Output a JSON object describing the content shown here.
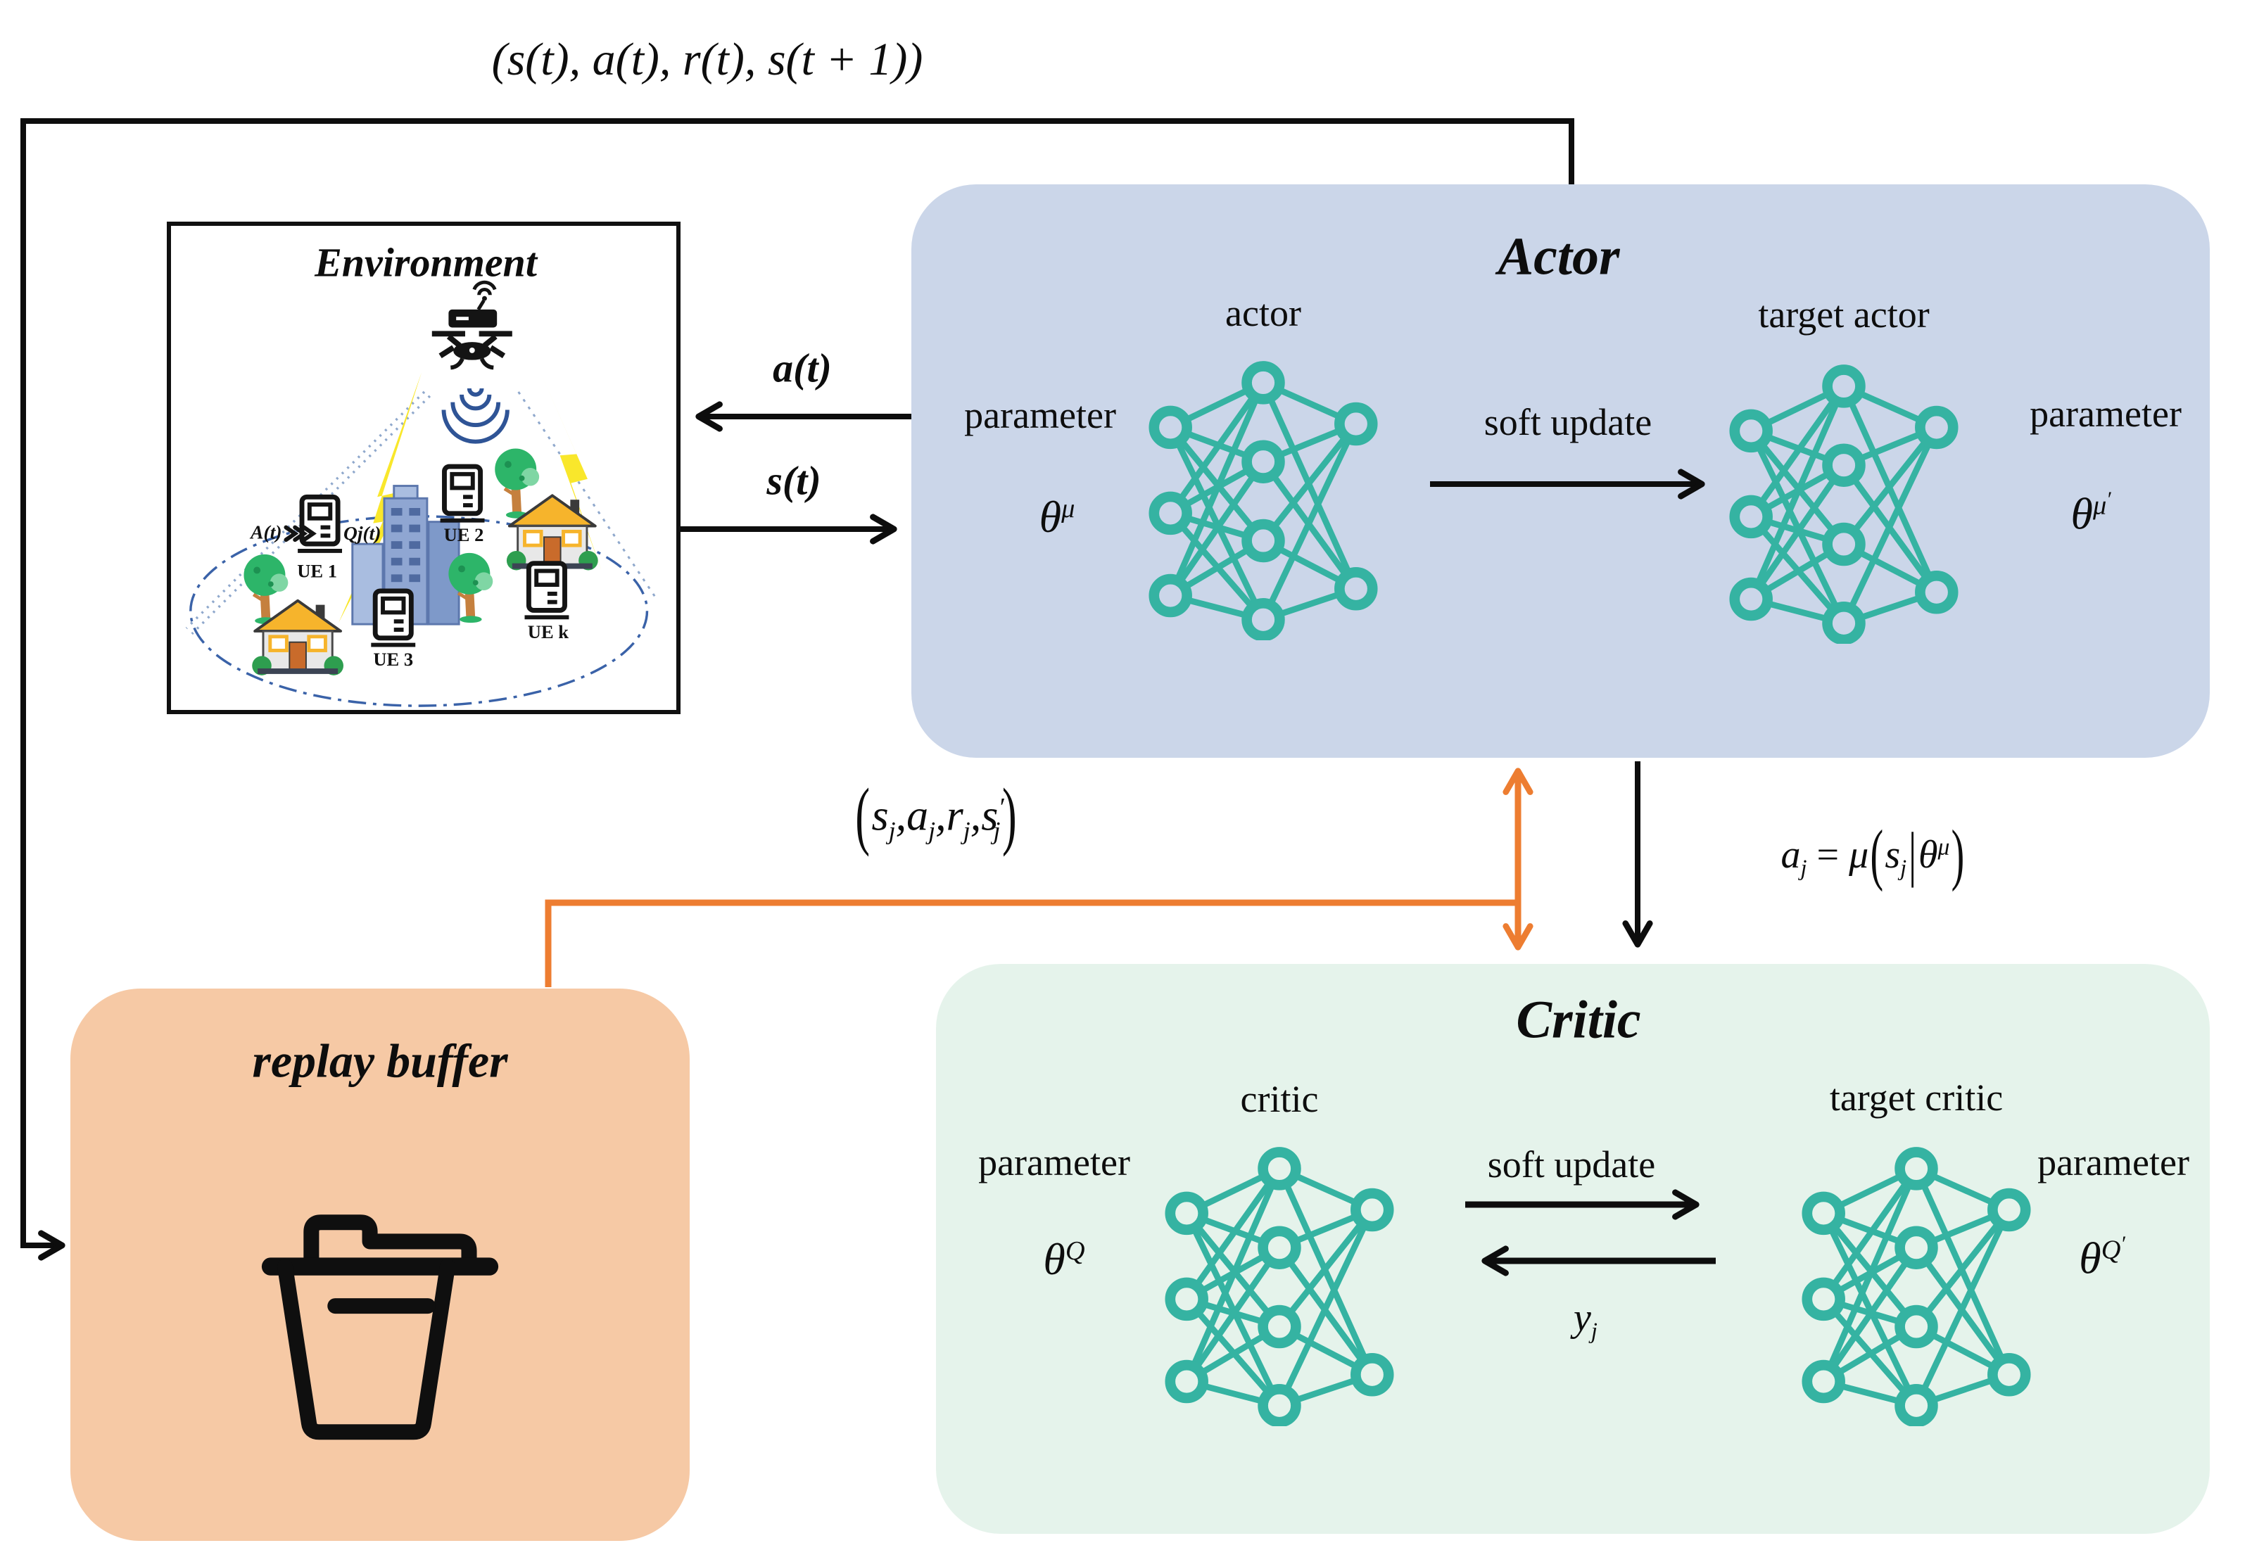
{
  "colors": {
    "actor_bg": "#CBD6E9",
    "critic_bg": "#E5F3EB",
    "replay_bg": "#F6C9A5",
    "network_teal": "#35B3A2",
    "arrow_orange": "#ED7D31",
    "ink": "#0D0D0D",
    "coverage_blue": "#3A62A8",
    "lightning_yellow": "#F9E72B"
  },
  "top": {
    "experience_tuple": "(s(t), a(t), r(t), s(t + 1))"
  },
  "environment": {
    "title": "Environment",
    "flow_in_label": "A(t)",
    "flow_out_label": "Qj(t)",
    "ue_labels": [
      "UE 1",
      "UE 2",
      "UE 3",
      "UE k"
    ]
  },
  "actor": {
    "title": "Actor",
    "network_label": "actor",
    "target_network_label": "target  actor",
    "parameter_label": "parameter",
    "soft_update_label": "soft  update",
    "param": [
      {
        "t": "θ"
      },
      {
        "t": "μ",
        "s": "sup"
      }
    ],
    "target_param": [
      {
        "t": "θ"
      },
      {
        "t": "μ",
        "s": "sup"
      },
      {
        "t": "′",
        "s": "sup2"
      }
    ]
  },
  "critic": {
    "title": "Critic",
    "network_label": "critic",
    "target_network_label": "target  critic",
    "parameter_label": "parameter",
    "soft_update_label": "soft  update",
    "param": [
      {
        "t": "θ"
      },
      {
        "t": "Q",
        "s": "sup"
      }
    ],
    "target_param": [
      {
        "t": "θ"
      },
      {
        "t": "Q",
        "s": "sup"
      },
      {
        "t": "′",
        "s": "sup2"
      }
    ],
    "target_feedback": [
      {
        "t": "y"
      },
      {
        "t": "j",
        "s": "sub"
      }
    ]
  },
  "replay": {
    "title": "replay buffer"
  },
  "signals": {
    "action": "a(t)",
    "state": "s(t)",
    "sample_tuple": [
      {
        "t": "(",
        "s": "big"
      },
      {
        "t": "s"
      },
      {
        "t": "j",
        "s": "sub"
      },
      {
        "t": ","
      },
      {
        "t": "a"
      },
      {
        "t": "j",
        "s": "sub"
      },
      {
        "t": ","
      },
      {
        "t": "r"
      },
      {
        "t": "j",
        "s": "sub"
      },
      {
        "t": ","
      },
      {
        "t": "s"
      },
      {
        "t": "′",
        "s": "sup"
      },
      {
        "t": "j",
        "s": "subn"
      },
      {
        "t": ")",
        "s": "big"
      }
    ],
    "action_formula": [
      {
        "t": "a"
      },
      {
        "t": "j",
        "s": "sub"
      },
      {
        "t": " = ",
        "s": "n"
      },
      {
        "t": "μ"
      },
      {
        "t": "(",
        "s": "big"
      },
      {
        "t": "s"
      },
      {
        "t": "j",
        "s": "sub"
      },
      {
        "t": "|",
        "s": "bar"
      },
      {
        "t": "θ"
      },
      {
        "t": "μ",
        "s": "sup"
      },
      {
        "t": ")",
        "s": "big"
      }
    ]
  }
}
